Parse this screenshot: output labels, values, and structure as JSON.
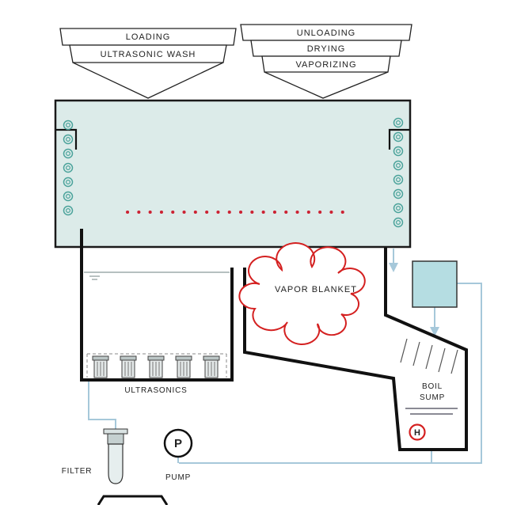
{
  "labels": {
    "loading": "LOADING",
    "ultrasonic_wash": "ULTRASONIC WASH",
    "unloading": "UNLOADING",
    "drying": "DRYING",
    "vaporizing": "VAPORIZING",
    "vapor_blanket": "VAPOR BLANKET",
    "ultrasonics": "ULTRASONICS",
    "boil": "BOIL",
    "sump": "SUMP",
    "filter": "FILTER",
    "pump": "PUMP",
    "pump_symbol": "P",
    "heater_symbol": "H"
  },
  "colors": {
    "chamber_fill": "#dcebe9",
    "condenser_box_fill": "#b5dde2",
    "pipe": "#a6c8da",
    "accent_red": "#d42020",
    "dot_red": "#cc2233",
    "roller_teal": "#4ba39b",
    "outline": "#111111"
  }
}
